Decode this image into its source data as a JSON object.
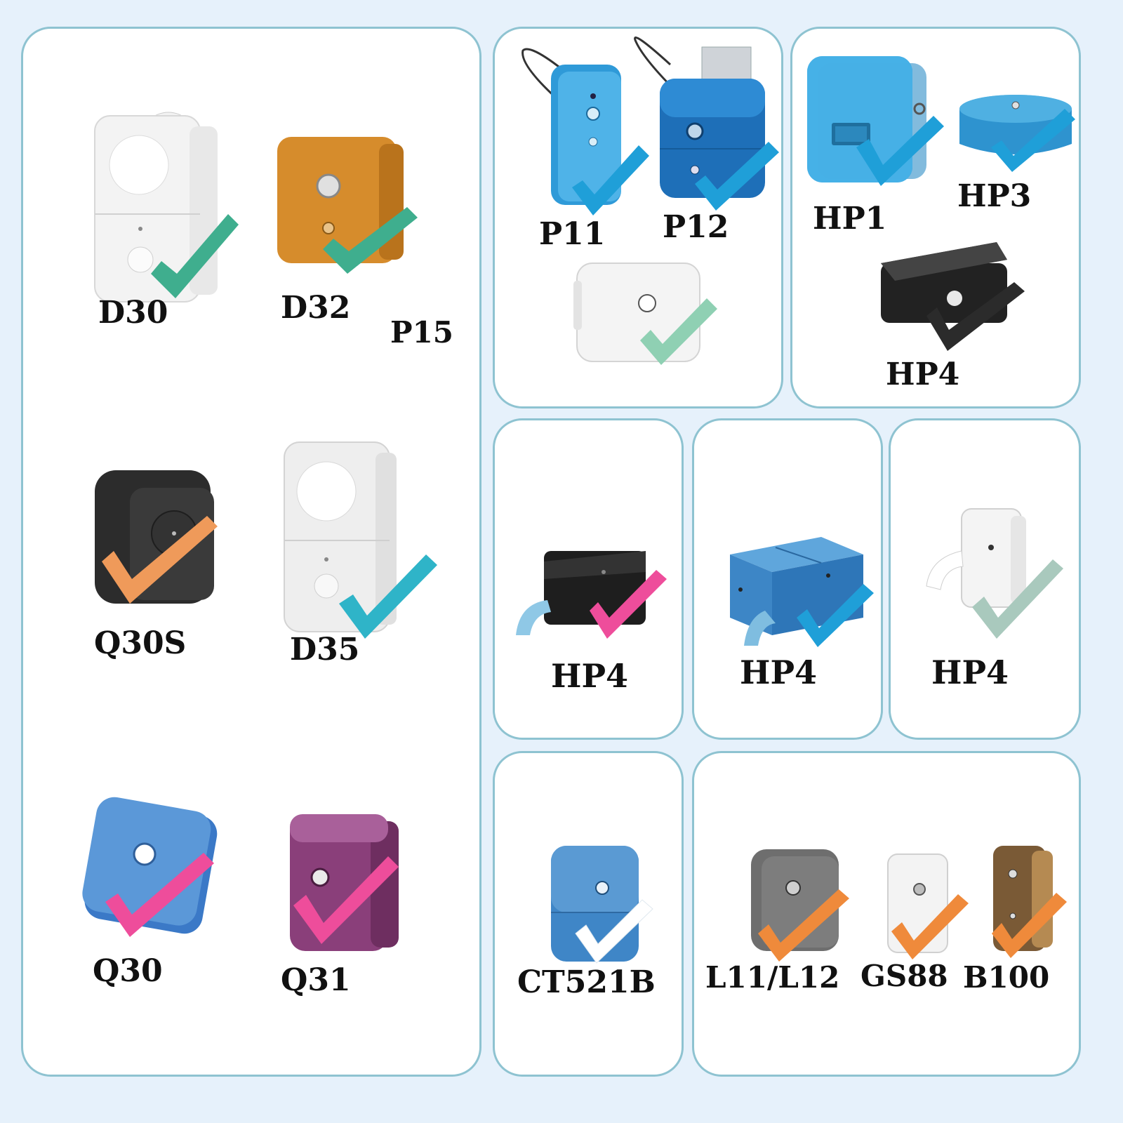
{
  "colors": {
    "background": "#e6f1fb",
    "panel_border": "#8ec3d1",
    "check_green": "#3fae8e",
    "check_teal": "#2fb4c8",
    "check_blue": "#1f9fd8",
    "check_mint": "#8fd0b3",
    "check_black": "#2b2b2b",
    "check_orange": "#ef9a5a",
    "check_pink": "#ee4d9b",
    "check_sage": "#a9c9bd",
    "check_white": "#ffffff",
    "check_orange_deep": "#ef8a3b"
  },
  "labels": {
    "d30": "D30",
    "d32": "D32",
    "p15": "P15",
    "q30s": "Q30S",
    "d35": "D35",
    "q30": "Q30",
    "q31": "Q31",
    "p11": "P11",
    "p12": "P12",
    "hp1": "HP1",
    "hp3": "HP3",
    "hp4_top": "HP4",
    "hp4_a": "HP4",
    "hp4_b": "HP4",
    "hp4_c": "HP4",
    "ct521b": "CT521B",
    "l11l12": "L11/L12",
    "gs88": "GS88",
    "b100": "B100"
  }
}
